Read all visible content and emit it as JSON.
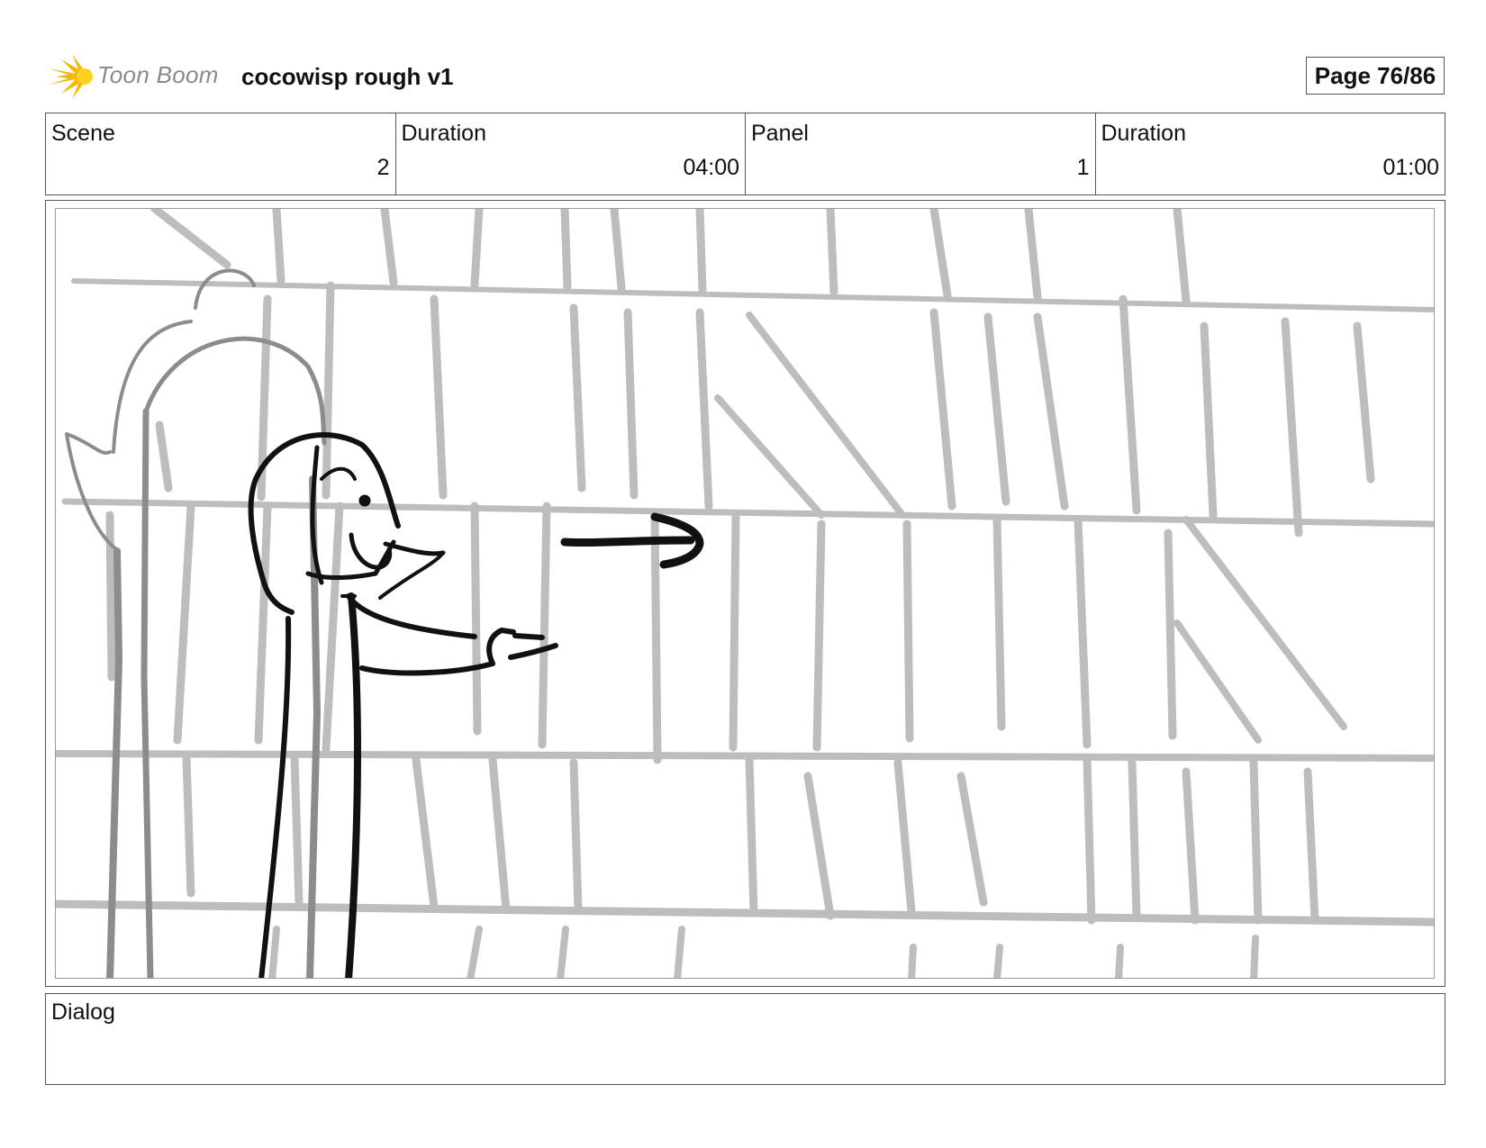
{
  "header": {
    "logo_text": "Toon Boom",
    "title": "cocowisp rough v1",
    "page_label": "Page 76/86"
  },
  "info": [
    {
      "label": "Scene",
      "value": "2"
    },
    {
      "label": "Duration",
      "value": "04:00"
    },
    {
      "label": "Panel",
      "value": "1"
    },
    {
      "label": "Duration",
      "value": "01:00"
    }
  ],
  "dialog": {
    "label": "Dialog"
  },
  "colors": {
    "logo_sun": "#f5b700",
    "sketch_grey": "#bdbdbd",
    "sketch_dark": "#111111"
  }
}
